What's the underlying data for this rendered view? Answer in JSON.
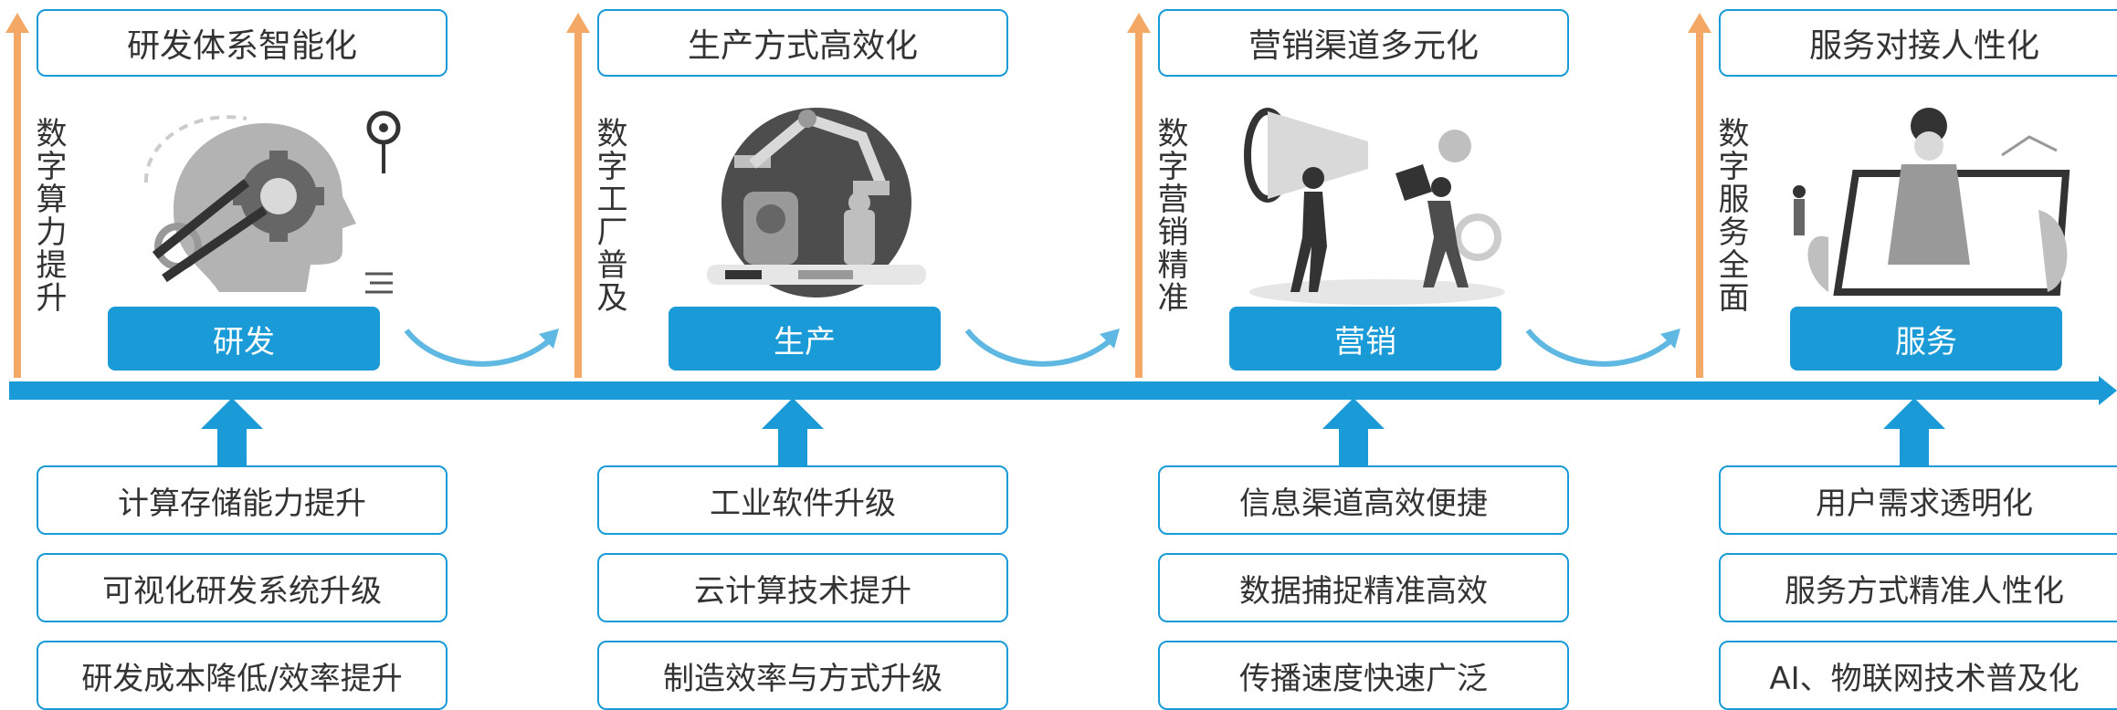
{
  "stages": [
    {
      "top_title": "研发体系智能化",
      "side_text": "数字算力提升",
      "label": "研发",
      "illustration_icon": "head-gears-icon",
      "drivers": [
        "计算存储能力提升",
        "可视化研发系统升级",
        "研发成本降低/效率提升"
      ]
    },
    {
      "top_title": "生产方式高效化",
      "side_text": "数字工厂普及",
      "label": "生产",
      "illustration_icon": "robot-factory-icon",
      "drivers": [
        "工业软件升级",
        "云计算技术提升",
        "制造效率与方式升级"
      ]
    },
    {
      "top_title": "营销渠道多元化",
      "side_text": "数字营销精准",
      "label": "营销",
      "illustration_icon": "megaphone-people-icon",
      "drivers": [
        "信息渠道高效便捷",
        "数据捕捉精准高效",
        "传播速度快速广泛"
      ]
    },
    {
      "top_title": "服务对接人性化",
      "side_text": "数字服务全面",
      "label": "服务",
      "illustration_icon": "customer-service-screen-icon",
      "drivers": [
        "用户需求透明化",
        "服务方式精准人性化",
        "AI、物联网技术普及化"
      ]
    }
  ],
  "colors": {
    "accent": "#1a9ad6",
    "arrow_orange": "#f4a866",
    "text": "#333333"
  }
}
